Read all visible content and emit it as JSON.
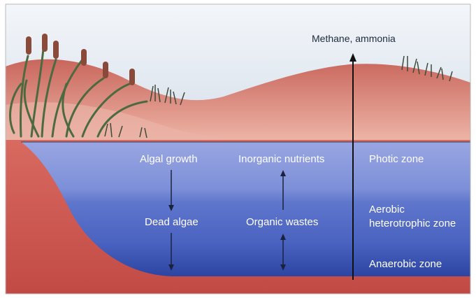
{
  "diagram": {
    "top_label": "Methane, ammonia",
    "left_column": {
      "top": "Algal growth",
      "bottom": "Dead algae"
    },
    "middle_column": {
      "top": "Inorganic nutrients",
      "bottom": "Organic wastes"
    },
    "zones": {
      "photic": "Photic zone",
      "aerobic_line1": "Aerobic",
      "aerobic_line2": "heterotrophic zone",
      "anaerobic": "Anaerobic zone"
    }
  },
  "colors": {
    "sky": "#e6ecf3",
    "soil_light": "#e8a59a",
    "soil_dark": "#c9554f",
    "water_top": "#8f9fe0",
    "water_mid": "#5a73c8",
    "water_bottom": "#2f4aa8",
    "plant": "#4f6a3f",
    "cattail": "#8a4a3a"
  }
}
